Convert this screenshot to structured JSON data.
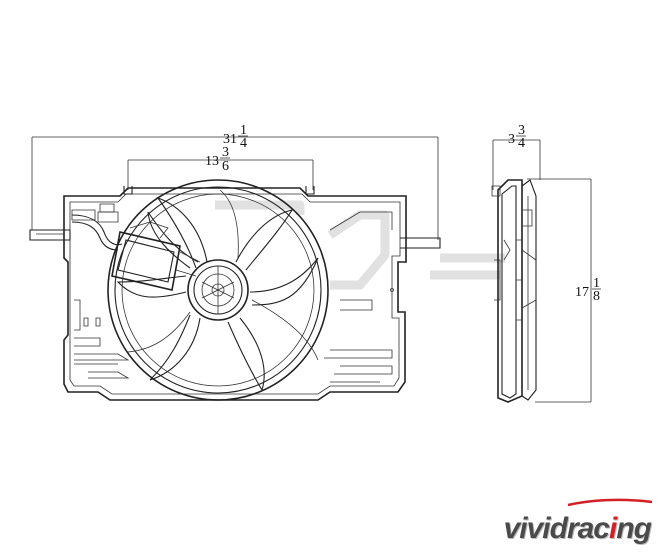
{
  "dimensions": {
    "overall_width": {
      "whole": "31",
      "numerator": "1",
      "denominator": "4"
    },
    "mount_spacing": {
      "whole": "13",
      "numerator": "3",
      "denominator": "6"
    },
    "depth": {
      "whole": "3",
      "numerator": "3",
      "denominator": "4"
    },
    "height": {
      "whole": "17",
      "numerator": "1",
      "denominator": "8"
    }
  },
  "watermark": {
    "text_main": "vividrac",
    "text_accent": "i",
    "text_end": "ng"
  }
}
